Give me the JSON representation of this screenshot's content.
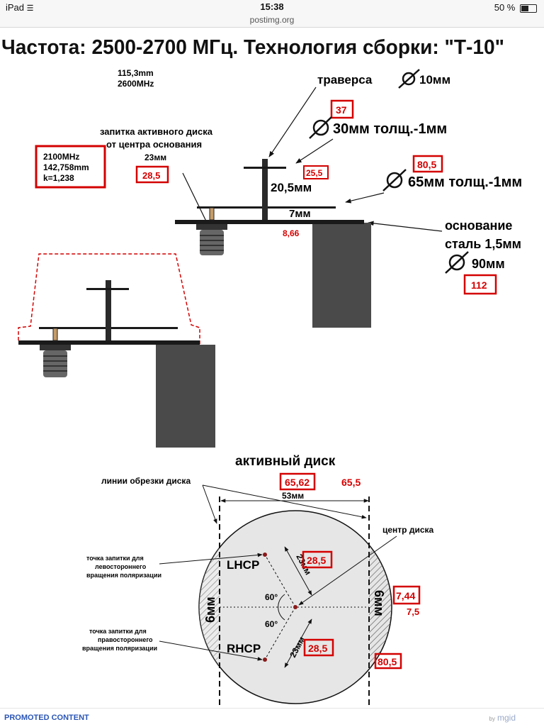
{
  "status_bar": {
    "device": "iPad",
    "wifi_icon": "wifi-icon",
    "time": "15:38",
    "battery": "50 %",
    "battery_level": 0.5
  },
  "browser": {
    "url": "postimg.org"
  },
  "diagram": {
    "title": "Частота: 2500-2700 МГц.  Технология сборки: \"Т-10\"",
    "top_note_1": "115,3mm",
    "top_note_2": "2600MHz",
    "box_2100_1": "2100MHz",
    "box_2100_2": "142,758mm",
    "box_2100_3": "k=1,238",
    "feed_label_1": "запитка активного диска",
    "feed_label_2": "от центра основания",
    "feed_distance": "23мм",
    "feed_red": "28,5",
    "traverse_label": "траверса",
    "traverse_dia": "10мм",
    "disk30_red": "37",
    "disk30_label": "30мм толщ.-1мм",
    "disk30_red2": "25,5",
    "height_label": "20,5мм",
    "disk65_red": "80,5",
    "disk65_label": "65мм толщ.-1мм",
    "gap_label": "7мм",
    "gap_red": "8,66",
    "base_label_1": "основание",
    "base_label_2": "сталь 1,5мм",
    "base_dia": "90мм",
    "base_red": "112",
    "active_disk_title": "активный диск",
    "cut_lines_label": "линии обрезки диска",
    "width_red_box": "65,62",
    "width_red": "65,5",
    "width_label": "53мм",
    "center_label": "центр диска",
    "lhcp_note_1": "точка запитки для",
    "lhcp_note_2": "левостороннего",
    "lhcp_note_3": "вращения поляризации",
    "lhcp": "LHCP",
    "rhcp_note_1": "точка запитки для",
    "rhcp_note_2": "правостороннего",
    "rhcp_note_3": "вращения поляризации",
    "rhcp": "RHCP",
    "angle_top": "60°",
    "angle_bottom": "60°",
    "radius_top": "23мм",
    "radius_bottom": "23мм",
    "red_lhcp": "28,5",
    "red_rhcp": "28,5",
    "left_cut": "6мм",
    "right_cut": "6мм",
    "red_cut_box": "7,44",
    "red_cut": "7,5",
    "red_bottom_right": "80,5"
  },
  "ad": {
    "label": "PROMOTED CONTENT",
    "by": "by",
    "brand": "mgid"
  },
  "colors": {
    "red": "#d40000",
    "dark": "#1a1a1a",
    "gray": "#4a4a4a"
  }
}
